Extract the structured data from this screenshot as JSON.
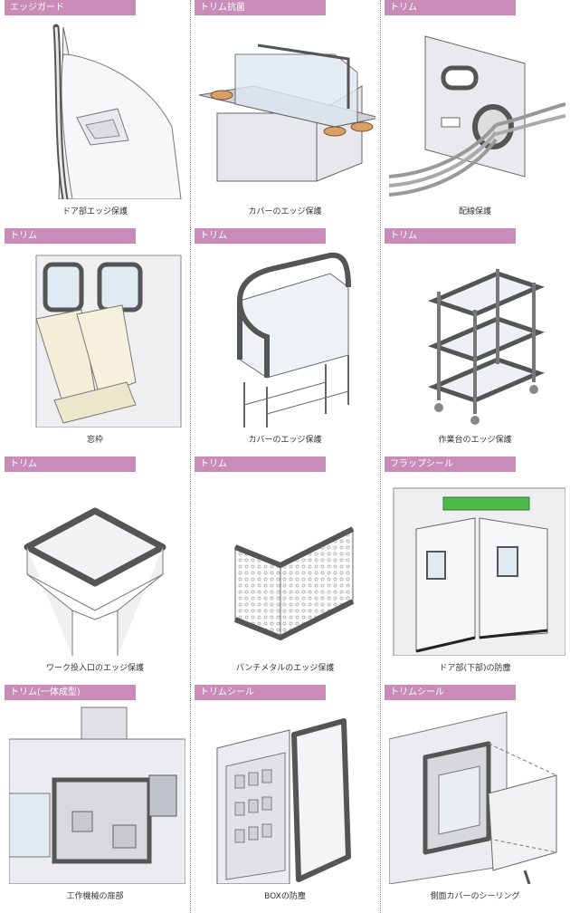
{
  "items": [
    {
      "tag": "エッジガード",
      "caption": "ドア部エッジ保護",
      "icon": "car-door-illustration"
    },
    {
      "tag": "トリム抗菌",
      "caption": "カバーのエッジ保護",
      "icon": "sushi-conveyor-cover-illustration"
    },
    {
      "tag": "トリム",
      "caption": "配線保護",
      "icon": "cable-grommet-illustration"
    },
    {
      "tag": "トリム",
      "caption": "窓枠",
      "icon": "train-window-illustration"
    },
    {
      "tag": "トリム",
      "caption": "カバーのエッジ保護",
      "icon": "glass-cover-stand-illustration"
    },
    {
      "tag": "トリム",
      "caption": "作業台のエッジ保護",
      "icon": "shelf-cart-illustration"
    },
    {
      "tag": "トリム",
      "caption": "ワーク投入口のエッジ保護",
      "icon": "hopper-illustration"
    },
    {
      "tag": "トリム",
      "caption": "パンチメタルのエッジ保護",
      "icon": "punched-metal-illustration"
    },
    {
      "tag": "フラップシール",
      "caption": "ドア部(下部)の防塵",
      "icon": "swing-door-illustration"
    },
    {
      "tag": "トリム(一体成型)",
      "caption": "工作機械の扉部",
      "icon": "machine-tool-illustration"
    },
    {
      "tag": "トリムシール",
      "caption": "BOXの防塵",
      "icon": "electrical-box-illustration"
    },
    {
      "tag": "トリムシール",
      "caption": "側面カバーのシーリング",
      "icon": "side-cover-illustration"
    }
  ]
}
